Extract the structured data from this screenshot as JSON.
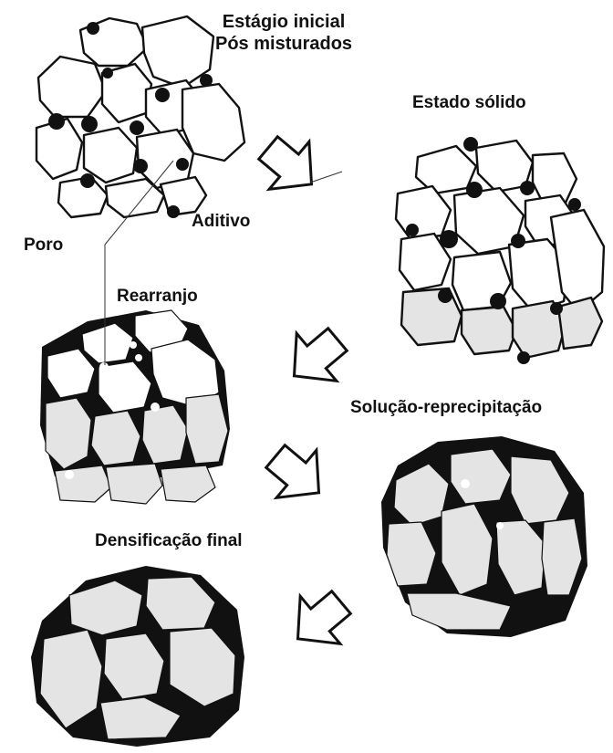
{
  "labels": {
    "stage_initial_line1": "Estágio inicial",
    "stage_initial_line2": "Pós misturados",
    "stage_solid": "Estado sólido",
    "additive": "Aditivo",
    "pore": "Poro",
    "rearrangement": "Rearranjo",
    "solution_reprecipitation": "Solução-reprecipitação",
    "final_densification": "Densificação final"
  },
  "colors": {
    "grain_white": "#ffffff",
    "grain_grey": "#e4e4e4",
    "liquid_phase": "#111111",
    "outline": "#111111"
  },
  "icons": [
    "flow-arrow-icon"
  ]
}
